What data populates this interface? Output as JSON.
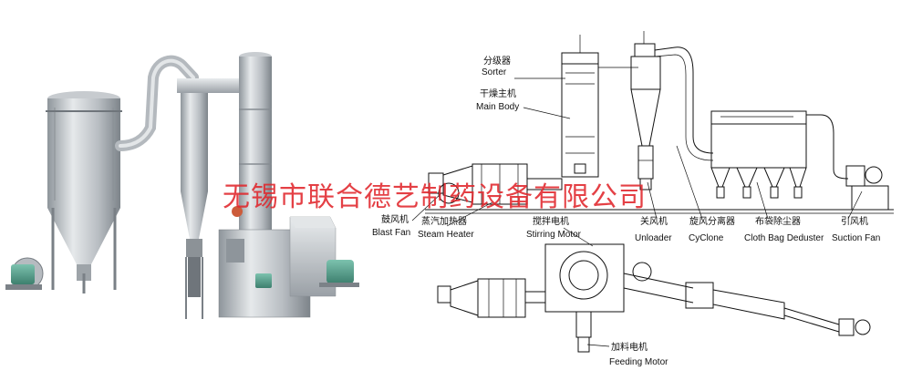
{
  "watermark": "无锡市联合德艺制药设备有限公司",
  "labels": {
    "sorter_zh": "分级器",
    "sorter_en": "Sorter",
    "main_body_zh": "干燥主机",
    "main_body_en": "Main Body",
    "blast_fan_zh": "鼓风机",
    "blast_fan_en": "Blast Fan",
    "steam_heater_zh": "蒸汽加热器",
    "steam_heater_en": "Steam Heater",
    "stirring_motor_zh": "搅拌电机",
    "stirring_motor_en": "Stirring Motor",
    "unloader_zh": "关风机",
    "unloader_en": "Unloader",
    "cyclone_zh": "旋风分离器",
    "cyclone_en": "CyClone",
    "cloth_bag_zh": "布袋除尘器",
    "cloth_bag_en": "Cloth Bag Deduster",
    "suction_fan_zh": "引风机",
    "suction_fan_en": "Suction Fan",
    "feeding_motor_zh": "加料电机",
    "feeding_motor_en": "Feeding Motor"
  },
  "colors": {
    "watermark": "#e0262b",
    "steel_light": "#d9dcdf",
    "steel_mid": "#a9aeb3",
    "steel_dark": "#6f757b",
    "motor_green": "#4f9a86",
    "line": "#111111"
  }
}
